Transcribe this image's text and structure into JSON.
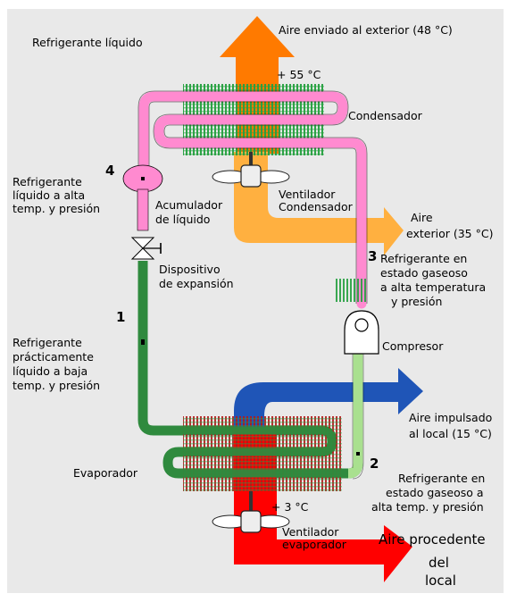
{
  "labels": {
    "refrigerante_liquido": "Refrigerante líquido",
    "aire_enviado": "Aire enviado al exterior (48 °C)",
    "temp_55": "+ 55 °C",
    "condensador": "Condensador",
    "refrig_alta": [
      "Refrigerante",
      "líquido a alta",
      "temp. y presión"
    ],
    "acumulador": [
      "Acumulador",
      "de líquido"
    ],
    "ventilador_cond": [
      "Ventilador",
      "Condensador"
    ],
    "aire_exterior": [
      "Aire",
      "exterior (35 °C)"
    ],
    "dispositivo": [
      "Dispositivo",
      "de expansión"
    ],
    "refrig_gas_alta": [
      "Refrigerante en",
      "estado gaseoso",
      "a alta temperatura",
      "y presión"
    ],
    "compresor": "Compresor",
    "refrig_baja": [
      "Refrigerante",
      "prácticamente",
      "líquido a baja",
      "temp. y presión"
    ],
    "aire_impulsado": [
      "Aire impulsado",
      "al local (15 °C)"
    ],
    "evaporador": "Evaporador",
    "refrig_gas_baja": [
      "Refrigerante en",
      "estado gaseoso a",
      "alta temp. y presión"
    ],
    "temp_3": "+ 3 °C",
    "ventilador_evap": [
      "Ventilador",
      "evaporador"
    ],
    "aire_procedente": [
      "Aire procedente",
      "del",
      "local"
    ]
  },
  "numbers": {
    "n1": "1",
    "n2": "2",
    "n3": "3",
    "n4": "4"
  },
  "colors": {
    "liquid_high": "#ff8ad0",
    "gas_high": "#ff8ad0",
    "liquid_low": "#2f8a3e",
    "gas_low": "#a9e08f",
    "hot_air": "#ff7a00",
    "outside_air": "#ffb040",
    "cold_air": "#1f55b7",
    "room_air": "#ff0000",
    "fins_green": "#25a040",
    "fins_red": "#c01818"
  }
}
